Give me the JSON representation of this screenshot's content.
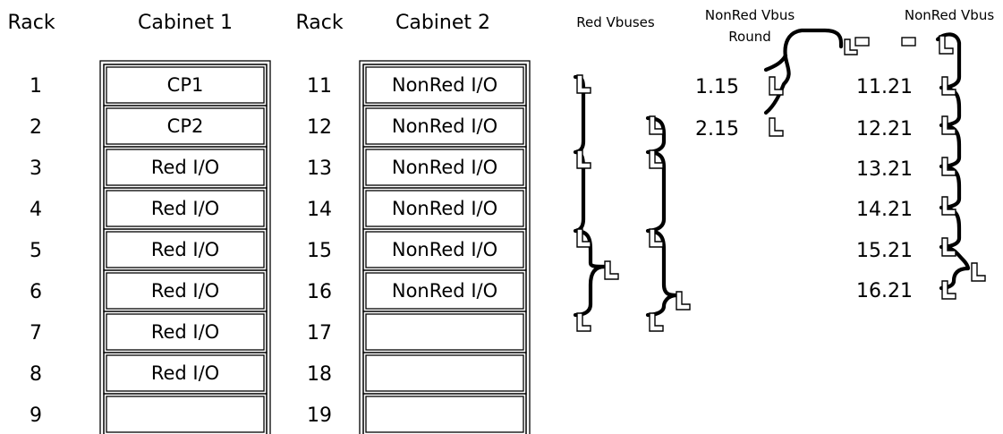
{
  "headers": {
    "rack_left": "Rack",
    "cabinet1": "Cabinet 1",
    "rack_right": "Rack",
    "cabinet2": "Cabinet 2",
    "red_vbuses": "Red Vbuses",
    "nonred_round_line1": "NonRed Vbus",
    "nonred_round_line2": "Round",
    "nonred_vbus": "NonRed Vbus"
  },
  "cabinet1": {
    "racks": [
      "1",
      "2",
      "3",
      "4",
      "5",
      "6",
      "7",
      "8",
      "9"
    ],
    "slots": [
      "CP1",
      "CP2",
      "Red I/O",
      "Red I/O",
      "Red I/O",
      "Red I/O",
      "Red I/O",
      "Red I/O",
      ""
    ]
  },
  "cabinet2": {
    "racks": [
      "11",
      "12",
      "13",
      "14",
      "15",
      "16",
      "17",
      "18",
      "19"
    ],
    "slots": [
      "NonRed I/O",
      "NonRed I/O",
      "NonRed I/O",
      "NonRed I/O",
      "NonRed I/O",
      "NonRed I/O",
      "",
      "",
      ""
    ]
  },
  "round_labels": [
    "1.15",
    "2.15"
  ],
  "nonred_labels": [
    "11.21",
    "12.21",
    "13.21",
    "14.21",
    "15.21",
    "16.21"
  ]
}
